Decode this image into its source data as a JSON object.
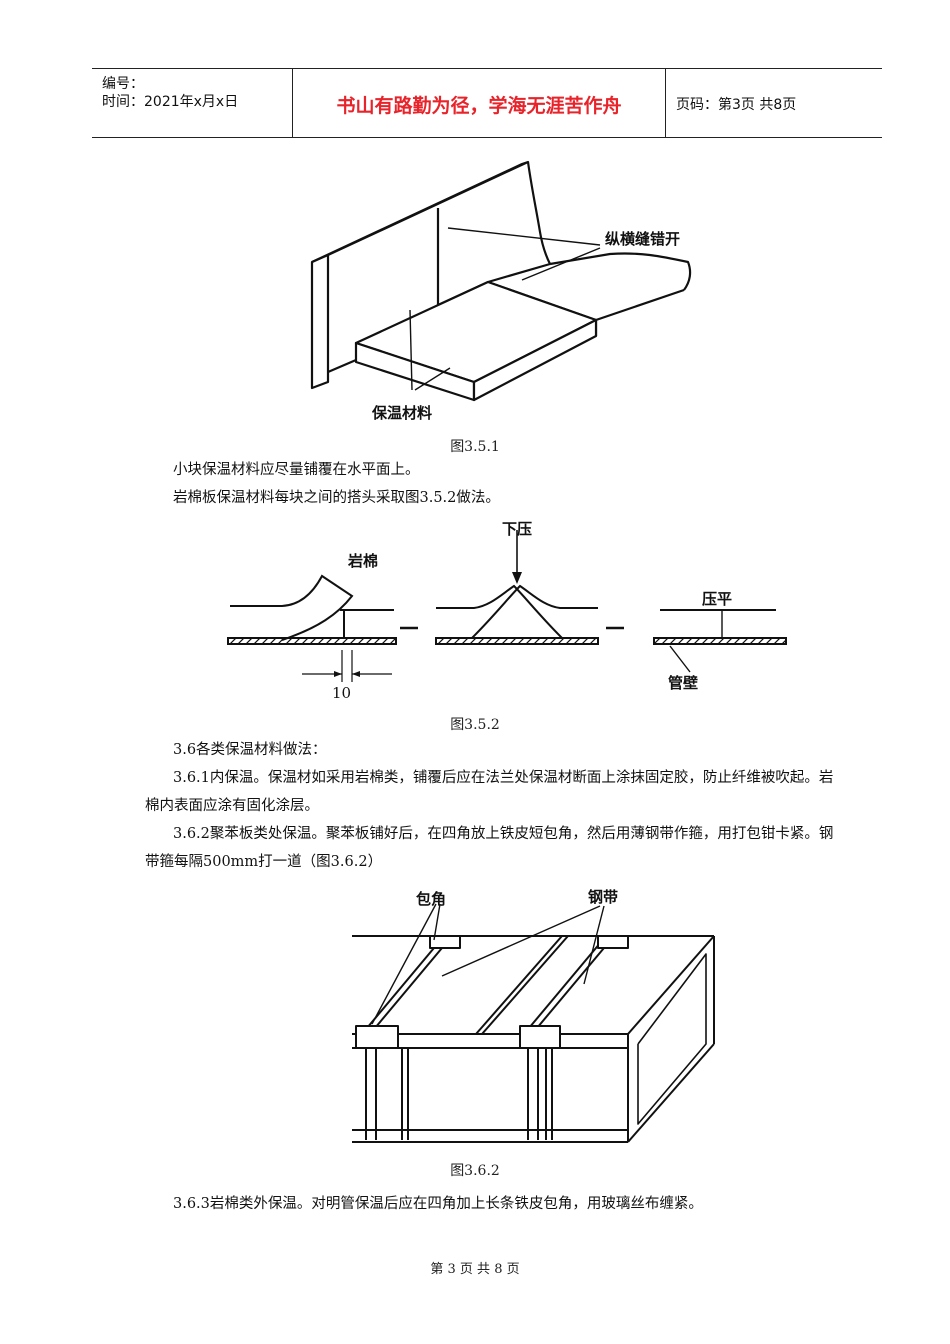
{
  "header": {
    "code_label": "编号：",
    "time_label": "时间：2021年x月x日",
    "motto": "书山有路勤为径，学海无涯苦作舟",
    "page_label": "页码：第3页  共8页"
  },
  "figure_1": {
    "label_seam": "纵横缝错开",
    "label_material": "保温材料",
    "caption": "图3.5.1"
  },
  "text_1": {
    "line_1": "小块保温材料应尽量铺覆在水平面上。",
    "line_2": "岩棉板保温材料每块之间的搭头采取图3.5.2做法。"
  },
  "figure_2": {
    "label_rockwool": "岩棉",
    "label_press_down": "下压",
    "label_flatten": "压平",
    "label_pipe_wall": "管壁",
    "label_dimension": "10",
    "caption": "图3.5.2"
  },
  "text_2": {
    "heading": "3.6各类保温材料做法：",
    "p361": "3.6.1内保温。保温材如采用岩棉类，铺覆后应在法兰处保温材断面上涂抹固定胶，防止纤维被吹起。岩棉内表面应涂有固化涂层。",
    "p362": "3.6.2聚苯板类处保温。聚苯板铺好后，在四角放上铁皮短包角，然后用薄钢带作箍，用打包钳卡紧。钢带箍每隔500mm打一道（图3.6.2）"
  },
  "figure_3": {
    "label_corner": "包角",
    "label_steel_band": "钢带",
    "caption": "图3.6.2"
  },
  "text_3": {
    "p363": "3.6.3岩棉类外保温。对明管保温后应在四角加上长条铁皮包角，用玻璃丝布缠紧。"
  },
  "footer": {
    "page_footer": "第 3 页 共 8 页"
  }
}
